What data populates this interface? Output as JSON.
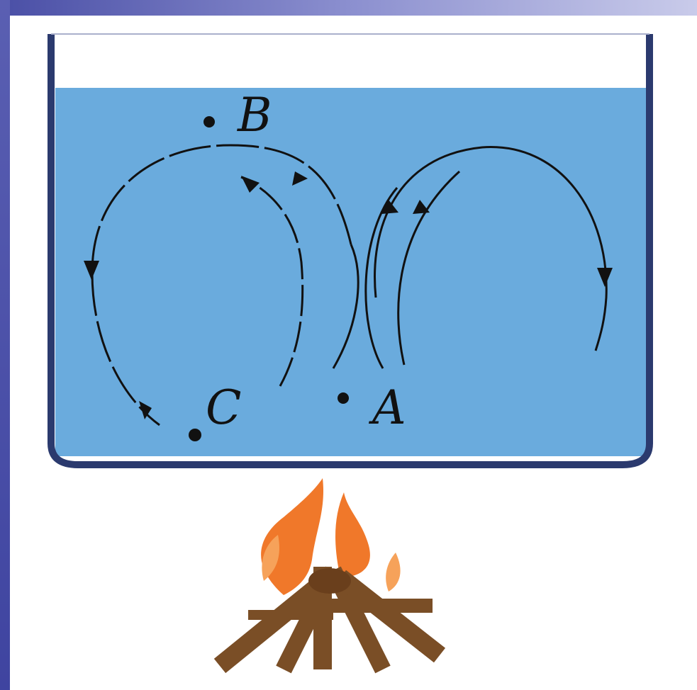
{
  "diagram": {
    "points": {
      "a": "A",
      "b": "B",
      "c": "C"
    },
    "colors": {
      "water": "#6aabdd",
      "container": "#2b3a6e",
      "flame_outer": "#f0782a",
      "flame_inner": "#f6a25a",
      "wood": "#7a4e26",
      "frame": "#4a4fa6"
    }
  }
}
